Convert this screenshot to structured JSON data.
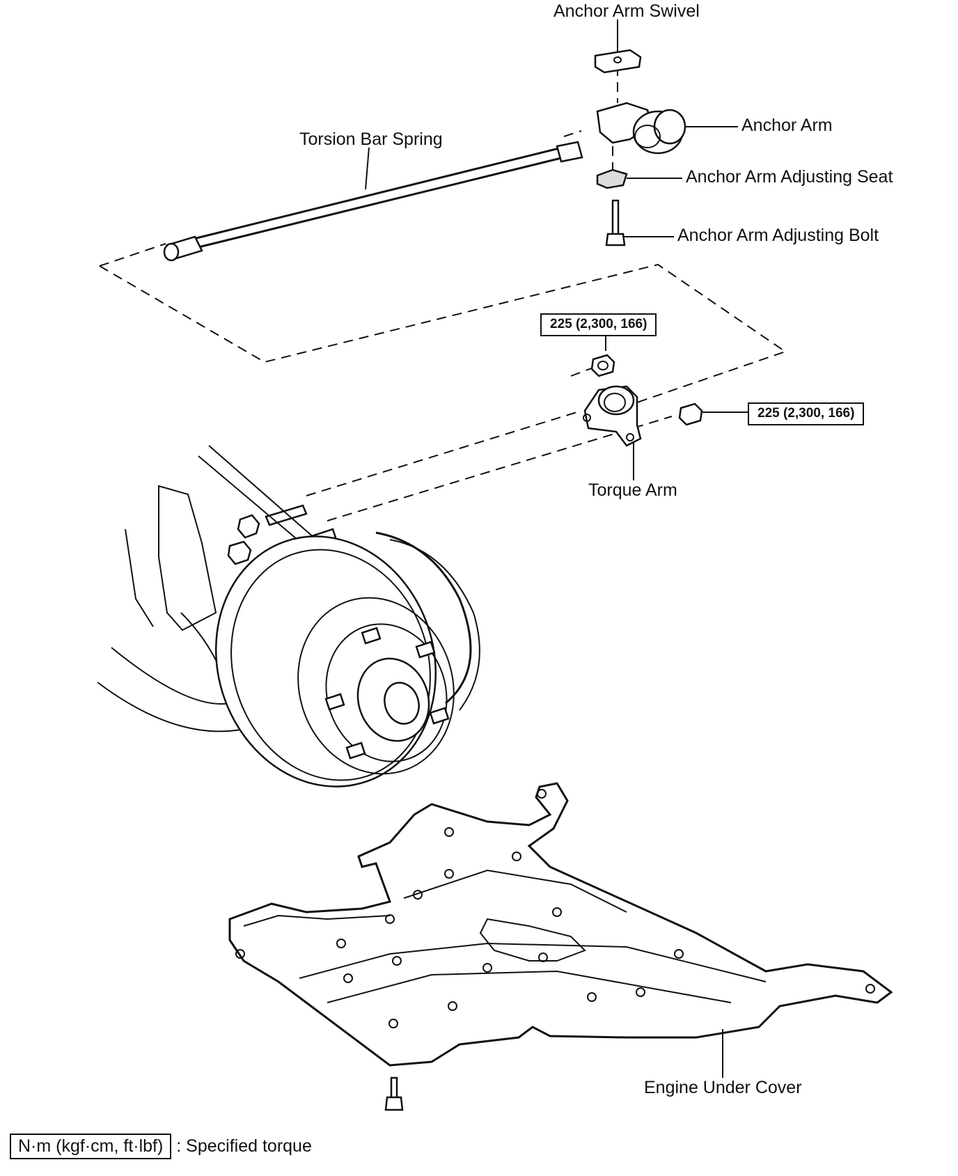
{
  "labels": {
    "anchor_arm_swivel": "Anchor Arm Swivel",
    "anchor_arm": "Anchor Arm",
    "torsion_bar_spring": "Torsion Bar Spring",
    "anchor_arm_adjusting_seat": "Anchor Arm Adjusting Seat",
    "anchor_arm_adjusting_bolt": "Anchor Arm Adjusting Bolt",
    "torque_arm": "Torque Arm",
    "engine_under_cover": "Engine Under Cover"
  },
  "torque_specs": {
    "torque_arm_top_nut": "225 (2,300, 166)",
    "torque_arm_side_nut": "225 (2,300, 166)"
  },
  "legend": {
    "unit": "N·m (kgf·cm, ft·lbf)",
    "description": ": Specified torque"
  }
}
